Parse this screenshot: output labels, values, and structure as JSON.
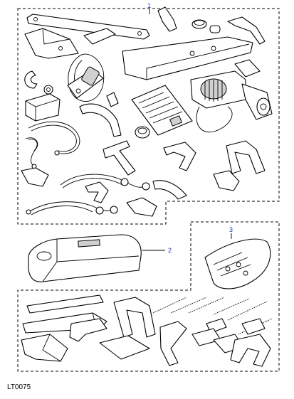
{
  "callouts": [
    "1",
    "2",
    "3"
  ],
  "reference_code": "LT0075"
}
